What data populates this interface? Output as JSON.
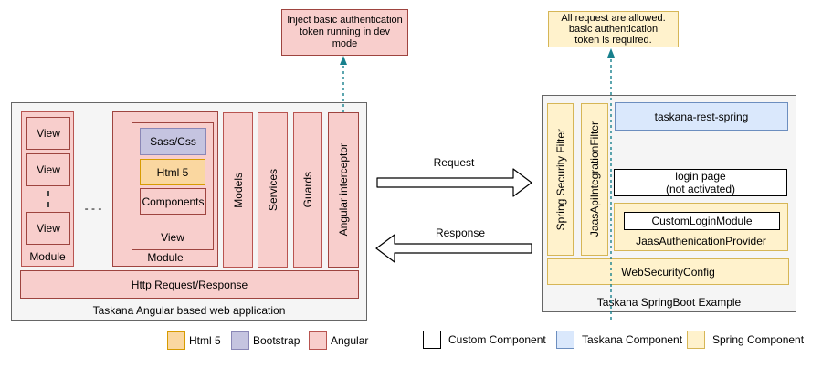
{
  "colors": {
    "angular_fill": "#F8CECC",
    "angular_stroke": "#B85450",
    "html5_fill": "#FAD7A0",
    "html5_stroke": "#D79B00",
    "bootstrap_fill": "#C5C4E0",
    "bootstrap_stroke": "#8A87B6",
    "spring_fill": "#FFF2CC",
    "spring_stroke": "#D6B656",
    "taskana_fill": "#DAE8FC",
    "taskana_stroke": "#6C8EBF",
    "custom_fill": "#FFFFFF",
    "custom_stroke": "#000000",
    "container_fill": "#F5F5F5",
    "container_stroke": "#666666",
    "dashed_arrow": "#17808D"
  },
  "notes": {
    "left": {
      "lines": [
        "Inject basic authentication",
        "token running in dev",
        "mode"
      ]
    },
    "right": {
      "lines": [
        "All request are allowed.",
        "basic authentication",
        "token is required."
      ]
    }
  },
  "angular_app": {
    "title": "Taskana Angular based web application",
    "module1": {
      "label": "Module",
      "views": [
        "View",
        "View",
        "View"
      ]
    },
    "between_modules_ellipsis": "- - -",
    "module2": {
      "label": "Module",
      "view_label": "View",
      "sass": "Sass/Css",
      "html5": "Html 5",
      "components": "Components"
    },
    "bars": [
      "Models",
      "Services",
      "Guards",
      "Angular interceptor"
    ],
    "http_bar": "Http Request/Response"
  },
  "arrows": {
    "request": "Request",
    "response": "Response"
  },
  "springboot_app": {
    "title": "Taskana SpringBoot Example",
    "bars": [
      "Spring Security Filter",
      "JaasApiIntegrationFilter"
    ],
    "taskana_rest_spring": "taskana-rest-spring",
    "login_page_lines": [
      "login page",
      "(not activated)"
    ],
    "custom_login_module": "CustomLoginModule",
    "jaas_provider": "JaasAuthenicationProvider",
    "web_security_config": "WebSecurityConfig"
  },
  "legend": {
    "items": [
      {
        "label": "Html 5"
      },
      {
        "label": "Bootstrap"
      },
      {
        "label": "Angular"
      },
      {
        "label": "Custom Component"
      },
      {
        "label": "Taskana Component"
      },
      {
        "label": "Spring Component"
      }
    ]
  }
}
